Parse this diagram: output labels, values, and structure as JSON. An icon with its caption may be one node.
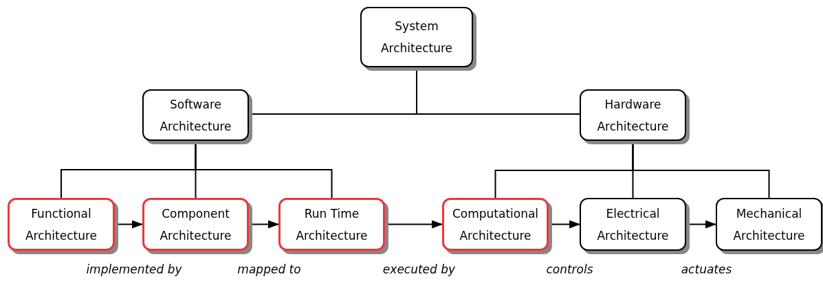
{
  "diagram": {
    "nodes": [
      {
        "text": [
          "System Architecture"
        ]
      },
      {
        "text": [
          "Software Architecture"
        ]
      },
      {
        "text": [
          "Hardware Architecture"
        ]
      },
      {
        "text": [
          "Functional Architecture"
        ]
      },
      {
        "text": [
          "Component Architecture"
        ]
      },
      {
        "text": [
          "Run Time Architecture"
        ]
      },
      {
        "text": [
          "Computational Architecture"
        ]
      },
      {
        "text": [
          "Electrical Architecture"
        ]
      },
      {
        "text": [
          "Mechanical Architecture"
        ]
      }
    ],
    "edges": [
      {
        "from": 0,
        "to": 1,
        "arrow": "none"
      },
      {
        "from": 0,
        "to": 2,
        "arrow": "none"
      },
      {
        "from": 1,
        "to": 3,
        "arrow": "none"
      },
      {
        "from": 1,
        "to": 4,
        "arrow": "none"
      },
      {
        "from": 1,
        "to": 5,
        "arrow": "none"
      },
      {
        "from": 2,
        "to": 6,
        "arrow": "none"
      },
      {
        "from": 2,
        "to": 7,
        "arrow": "none"
      },
      {
        "from": 2,
        "to": 8,
        "arrow": "none"
      },
      {
        "from": 3,
        "to": 4,
        "arrow": "to",
        "label": "implemented by"
      },
      {
        "from": 4,
        "to": 5,
        "arrow": "to",
        "label": "mapped to"
      },
      {
        "from": 5,
        "to": 6,
        "arrow": "to",
        "label": "executed by"
      },
      {
        "from": 6,
        "to": 7,
        "arrow": "to",
        "label": "controls"
      },
      {
        "from": 7,
        "to": 8,
        "arrow": "to",
        "label": "actuates"
      }
    ]
  }
}
